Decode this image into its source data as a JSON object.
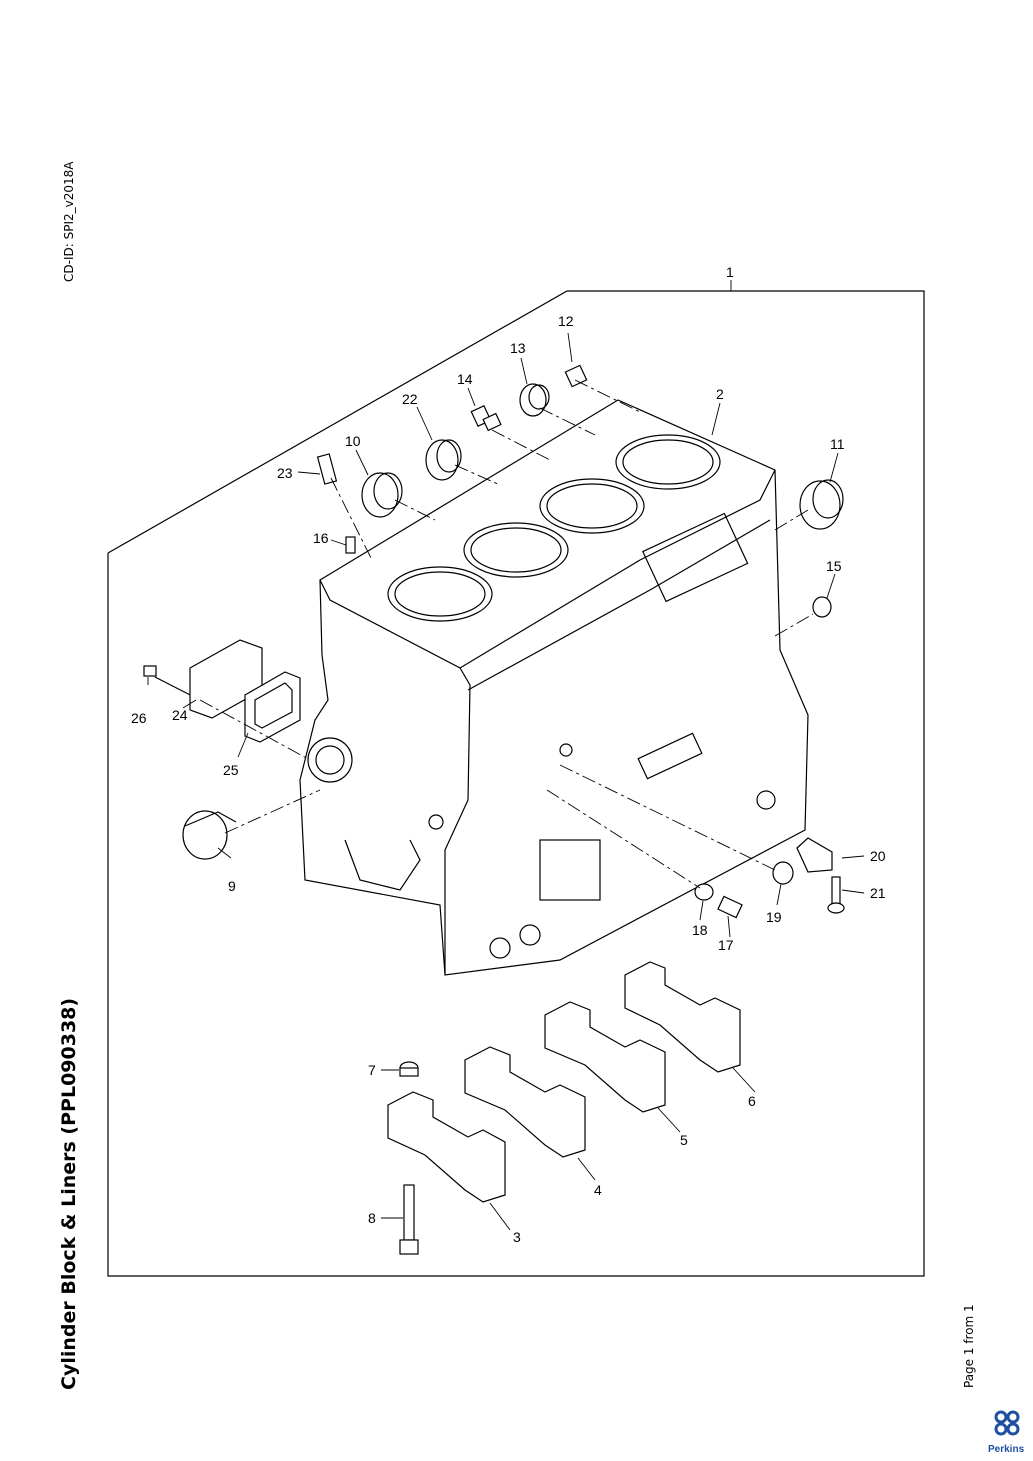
{
  "header": {
    "cd_id": "CD-ID: SPI2_v2018A"
  },
  "title": "Cylinder Block & Liners (PPL090338)",
  "footer": {
    "page_info": "Page 1 from 1",
    "brand": "Perkins"
  },
  "brand_color": "#1f4fa0",
  "callouts": [
    "1",
    "2",
    "3",
    "4",
    "5",
    "6",
    "7",
    "8",
    "9",
    "10",
    "11",
    "12",
    "13",
    "14",
    "15",
    "16",
    "17",
    "18",
    "19",
    "20",
    "21",
    "22",
    "23",
    "24",
    "25",
    "26"
  ]
}
